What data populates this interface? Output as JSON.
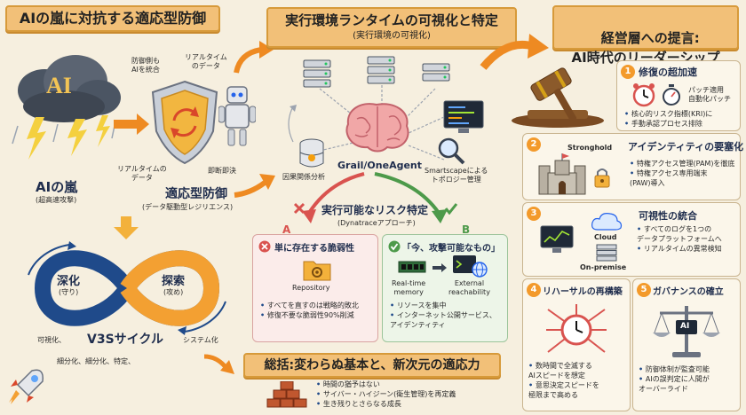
{
  "left": {
    "title": "AIの嵐に対抗する適応型防御",
    "cloud_text": "AI",
    "storm_label": "AIの嵐",
    "storm_sub": "(超高速攻撃)",
    "defense_label": "適応型防御",
    "defense_sub": "(データ駆動型レジリエンス)",
    "callouts": [
      "防御側も\nAIを統合",
      "リアルタイム\nのデータ",
      "リアルタイムの\nデータ",
      "即断即決"
    ],
    "cycle_left": "深化",
    "cycle_left_sub": "(守り)",
    "cycle_right": "探索",
    "cycle_right_sub": "(攻め)",
    "cycle_name": "V3Sサイクル",
    "cycle_notes": [
      "可視化、",
      "システム化",
      "細分化、細分化、特定、"
    ]
  },
  "center": {
    "title": "実行環境ランタイムの可視化と特定",
    "subtitle": "(実行環境の可視化)",
    "grail_label": "Grail/OneAgent",
    "causal_label": "因果関係分析",
    "smartscape_label": "Smartscapeによる\nトポロジー管理",
    "risk_title": "実行可能なリスク特定",
    "risk_sub": "(Dynatraceアプローチ)",
    "path_a": "A",
    "path_b": "B",
    "box_a": {
      "title": "単に存在する脆弱性",
      "icon_label": "Repository",
      "bullets": [
        "すべてを直すのは戦略的敗北",
        "修復不要な脆弱性90%削減"
      ]
    },
    "box_b": {
      "title": "「今、攻撃可能なもの」",
      "icon1": "Real-time\nmemory",
      "icon2": "External\nreachability",
      "bullets": [
        "リソースを集中",
        "インターネット公開サービス、\nアイデンティティ"
      ]
    }
  },
  "right": {
    "title": "経営層への提言:\nAI時代のリーダーシップ",
    "items": [
      {
        "num": "1",
        "title": "修復の超加速",
        "note": "パッチ適用\n自動化パッチ",
        "bullets": [
          "核心的リスク指標(KRI)に",
          "手動承認プロセス排除"
        ]
      },
      {
        "num": "2",
        "title": "アイデンティティの要塞化",
        "icon_label": "Stronghold",
        "bullets": [
          "特権アクセス管理(PAM)を徹底",
          "特権アクセス専用端末\n(PAW)導入"
        ]
      },
      {
        "num": "3",
        "title": "可視性の統合",
        "icon1": "Cloud",
        "icon2": "On-premise",
        "bullets": [
          "すべてのログを1つの\nデータプラットフォームへ",
          "リアルタイムの異常検知"
        ]
      },
      {
        "num": "4",
        "title": "リハーサルの再構築",
        "bullets": [
          "数時間で全滅する\nAIスピードを想定",
          "意思決定スピードを\n極限まで高める"
        ]
      },
      {
        "num": "5",
        "title": "ガバナンスの確立",
        "icon_text": "AI",
        "bullets": [
          "防御体制が監査可能",
          "AIの誤判定に人間が\nオーバーライド"
        ]
      }
    ]
  },
  "bottom": {
    "title": "総括:変わらぬ基本と、新次元の適応力",
    "bullets": [
      "時間の猶予はない",
      "サイバー・ハイジーン(衛生管理)を再定義",
      "生き残りとさらなる成長"
    ]
  },
  "colors": {
    "accent": "#f39a2b",
    "navy": "#1f2d4d",
    "red": "#d9534f",
    "green": "#4d9a4a",
    "banner": "#f2c078"
  }
}
